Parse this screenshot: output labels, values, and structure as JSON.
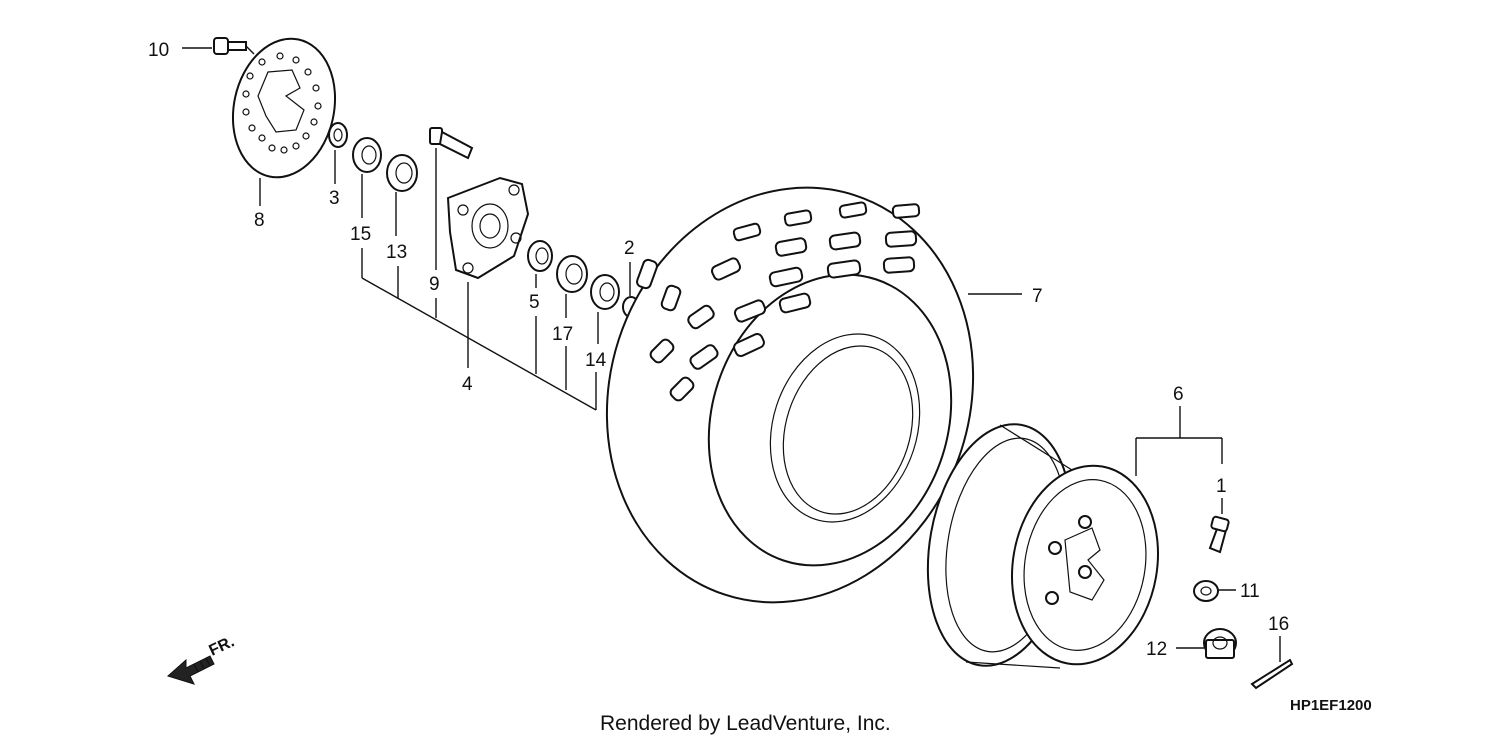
{
  "diagram": {
    "callouts": [
      {
        "id": "p1",
        "label": "1"
      },
      {
        "id": "p2",
        "label": "2"
      },
      {
        "id": "p3",
        "label": "3"
      },
      {
        "id": "p4",
        "label": "4"
      },
      {
        "id": "p5",
        "label": "5"
      },
      {
        "id": "p6",
        "label": "6"
      },
      {
        "id": "p7",
        "label": "7"
      },
      {
        "id": "p8",
        "label": "8"
      },
      {
        "id": "p9",
        "label": "9"
      },
      {
        "id": "p10",
        "label": "10"
      },
      {
        "id": "p11",
        "label": "11"
      },
      {
        "id": "p12",
        "label": "12"
      },
      {
        "id": "p13",
        "label": "13"
      },
      {
        "id": "p14",
        "label": "14"
      },
      {
        "id": "p15",
        "label": "15"
      },
      {
        "id": "p16",
        "label": "16"
      },
      {
        "id": "p17",
        "label": "17"
      }
    ],
    "direction_marker": "FR.",
    "diagram_code": "HP1EF1200",
    "credit": "Rendered by LeadVenture, Inc."
  }
}
